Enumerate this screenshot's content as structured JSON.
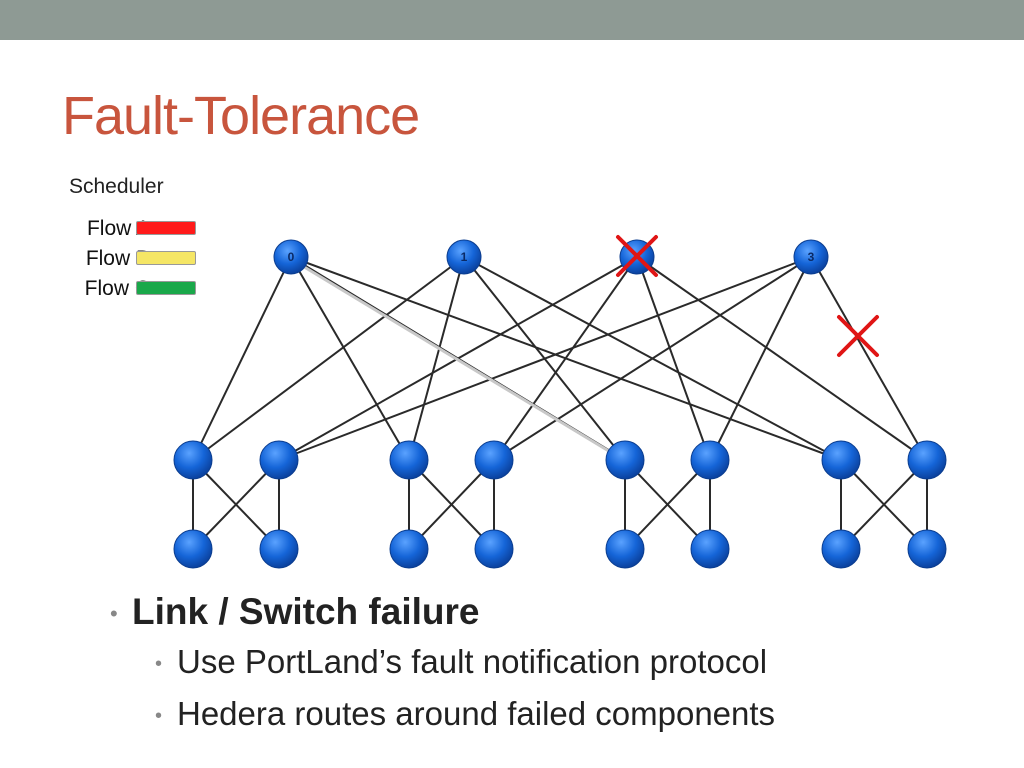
{
  "slide": {
    "title": "Fault-Tolerance",
    "scheduler_label": "Scheduler",
    "accent_color": "#c8553d",
    "top_bar_color": "#8e9a94"
  },
  "legend": [
    {
      "label": "Flow A",
      "color": "#ff1a1a"
    },
    {
      "label": "Flow B",
      "color": "#f5e665"
    },
    {
      "label": "Flow C",
      "color": "#1aa84a"
    }
  ],
  "diagram": {
    "core_labels": [
      "0",
      "1",
      "",
      "3"
    ],
    "failed_core_index": 2,
    "failed_link": "core 3 to pod 3 second aggregation switch",
    "node_color": "#1565d8",
    "failure_mark_color": "#e01515"
  },
  "bullets": {
    "main": "Link / Switch failure",
    "subs": [
      "Use PortLand’s fault notification protocol",
      "Hedera routes around failed components"
    ]
  }
}
